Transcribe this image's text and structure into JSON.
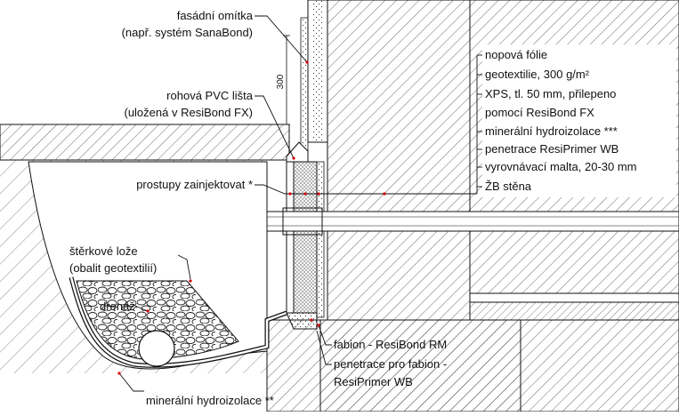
{
  "labels": {
    "facade_render": "fasádní omítka",
    "facade_render_note": "(např. systém SanaBond)",
    "dimension_300": "300",
    "corner_strip": "rohová PVC lišta",
    "corner_strip_note": "(uložená v ResiBond FX)",
    "penetrations": "prostupy zainjektovat *",
    "gravel_bed": "štěrkové lože",
    "gravel_bed_note": "(obalit geotextilií)",
    "drainage": "drenáž",
    "bottom_waterproofing": "minerální hydroizolace **",
    "fillet": "fabion - ResiBond RM",
    "fillet_primer_1": "penetrace pro fabion -",
    "fillet_primer_2": "ResiPrimer WB"
  },
  "layers": [
    "nopová fólie",
    "geotextilie, 300 g/m²",
    "XPS, tl. 50 mm, přilepeno",
    "pomocí ResiBond FX",
    "minerální hydroizolace ***",
    "penetrace ResiPrimer WB",
    "vyrovnávací malta, 20-30 mm",
    "ŽB stěna"
  ],
  "colors": {
    "line": "#111111",
    "leader_dot": "#d40000",
    "hatch": "#333333",
    "background": "#ffffff"
  }
}
